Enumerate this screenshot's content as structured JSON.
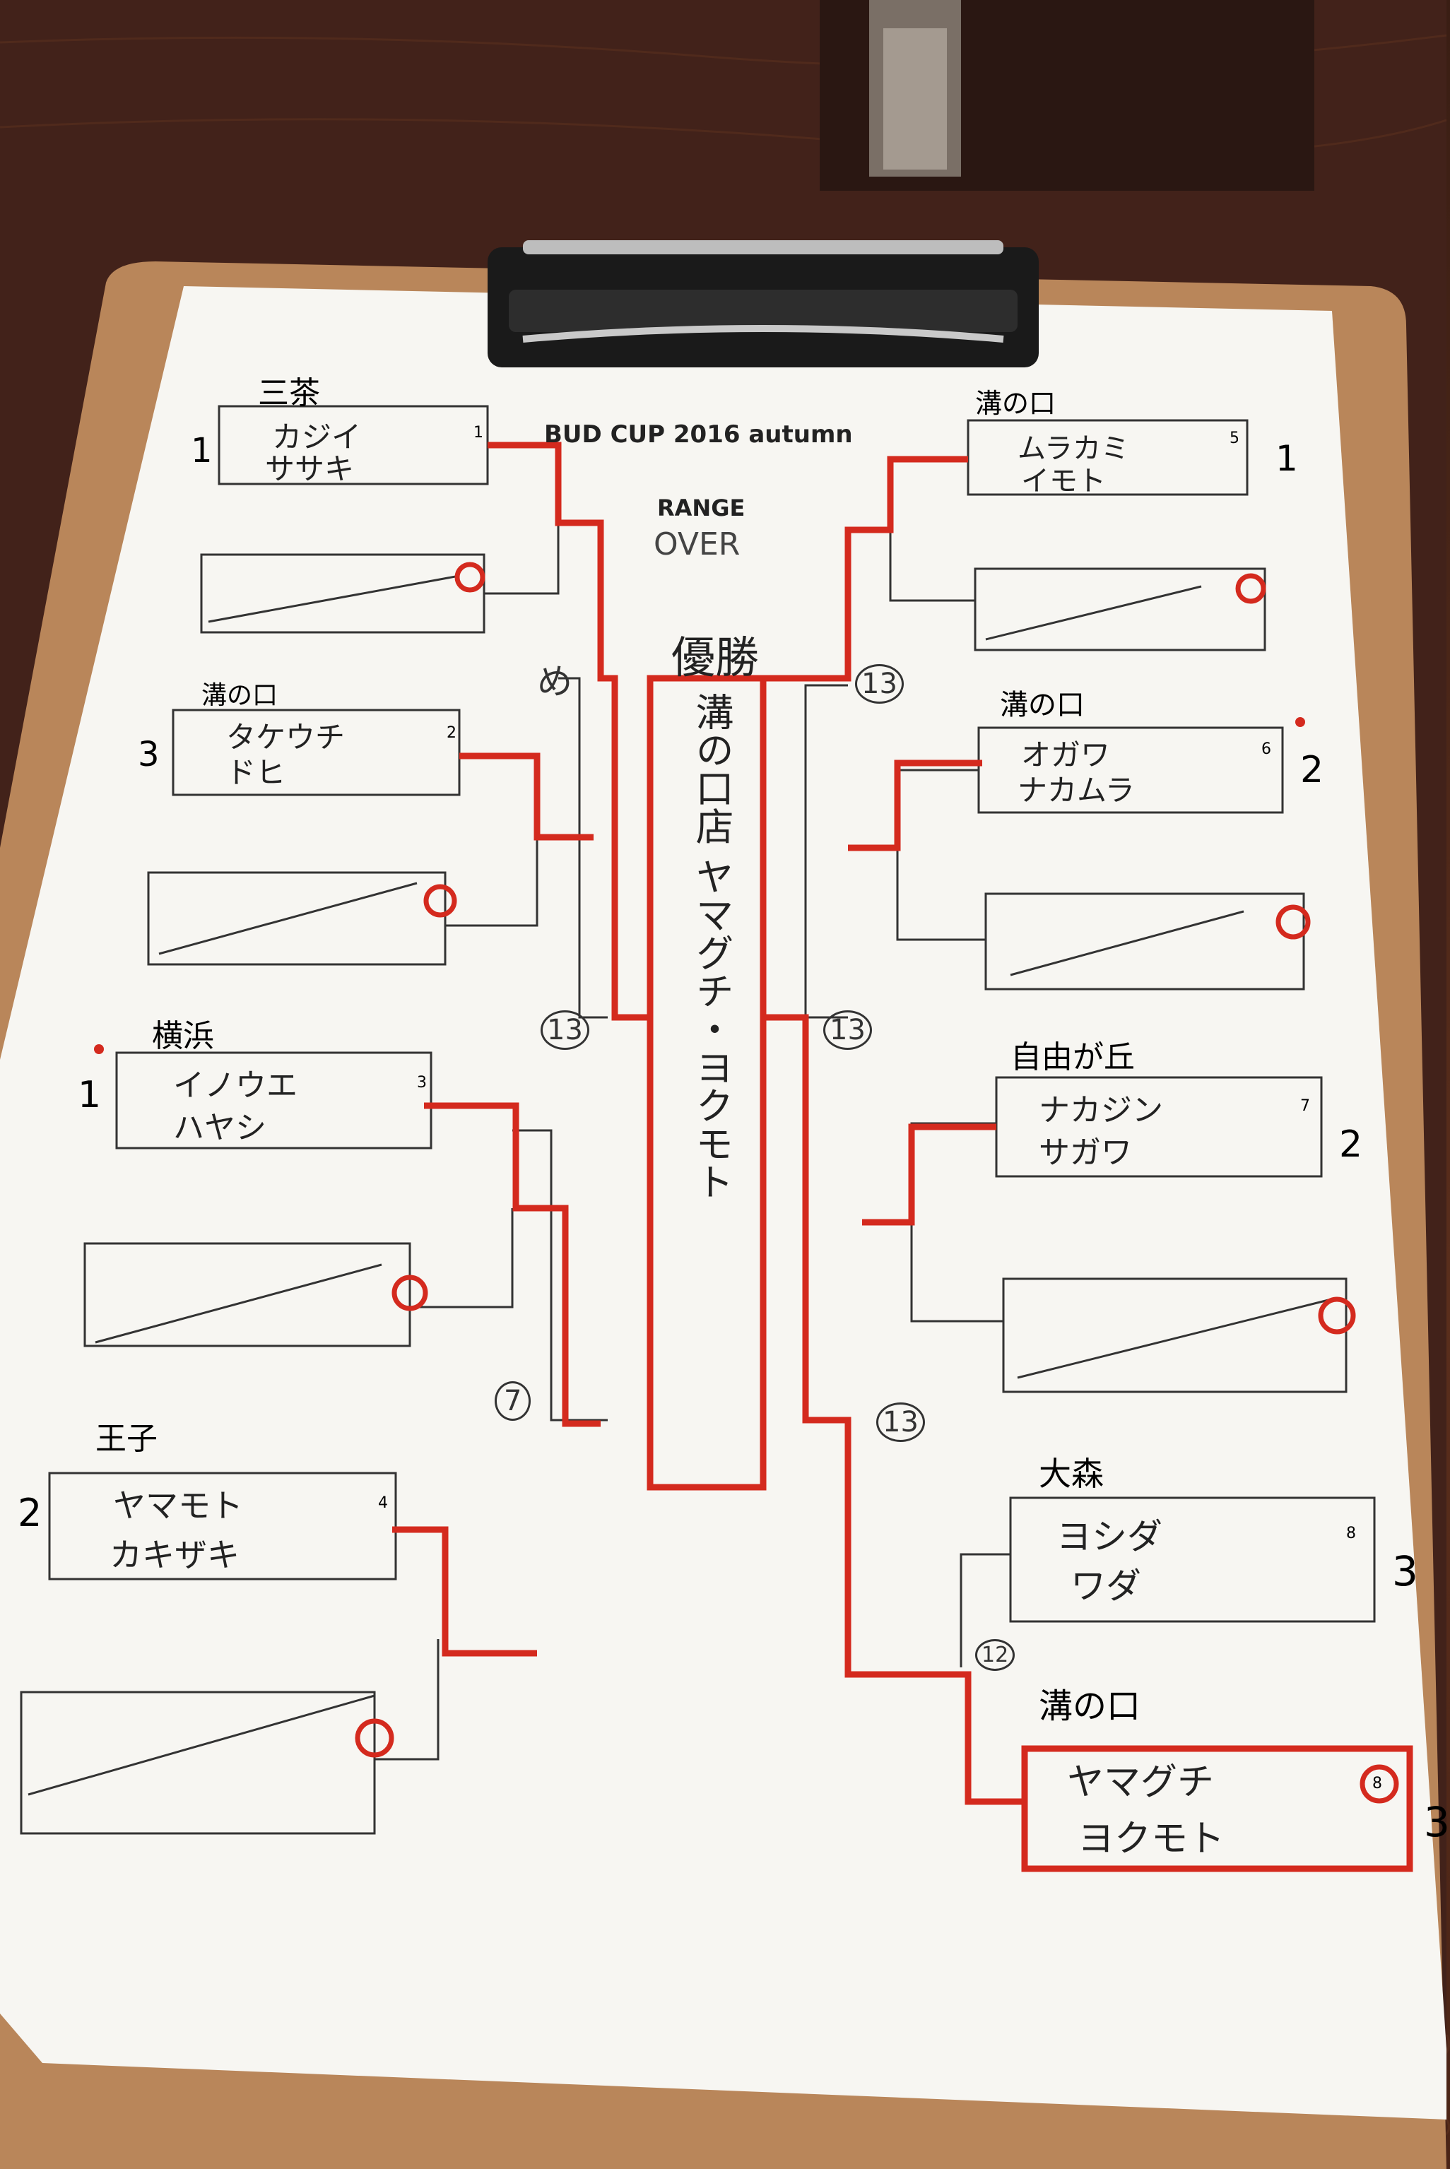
{
  "sheet": {
    "title": "BUD CUP 2016 autumn",
    "format": "RANGE",
    "format_sub": "OVER",
    "champion_label": "優勝",
    "champion": "溝の口店 ヤマグチ・ヨクモト"
  },
  "bracket": {
    "left": [
      {
        "seed": "1",
        "store": "三茶",
        "players": [
          "カジイ",
          "ササキ"
        ],
        "score": "1"
      },
      {
        "seed": "2",
        "store": "溝の口",
        "players": [
          "タケウチ",
          "ドヒ"
        ],
        "score": "3"
      },
      {
        "seed": "3",
        "store": "横浜",
        "players": [
          "イノウエ",
          "ハヤシ"
        ],
        "score": "1"
      },
      {
        "seed": "4",
        "store": "王子",
        "players": [
          "ヤマモト",
          "カキザキ"
        ],
        "score": "2"
      }
    ],
    "right": [
      {
        "seed": "5",
        "store": "溝の口",
        "players": [
          "ムラカミ",
          "イモト"
        ],
        "score": "1"
      },
      {
        "seed": "6",
        "store": "溝の口",
        "players": [
          "オガワ",
          "ナカムラ"
        ],
        "score": "2"
      },
      {
        "seed": "7",
        "store": "自由が丘",
        "players": [
          "ナカジン",
          "サガワ"
        ],
        "score": "2"
      },
      {
        "seed": "8",
        "store": "大森",
        "players": [
          "ヨシダ",
          "ワダ"
        ],
        "score": "3"
      },
      {
        "seed": "8",
        "store": "溝の口",
        "players": [
          "ヤマグチ",
          "ヨクモト"
        ],
        "score": "3"
      }
    ],
    "match_marks": [
      "め",
      "13",
      "13",
      "7",
      "13",
      "13",
      "13",
      "12"
    ]
  },
  "colors": {
    "red_marker": "#d42a1e",
    "paper": "#f7f6f2",
    "clipboard": "#b9865a"
  }
}
